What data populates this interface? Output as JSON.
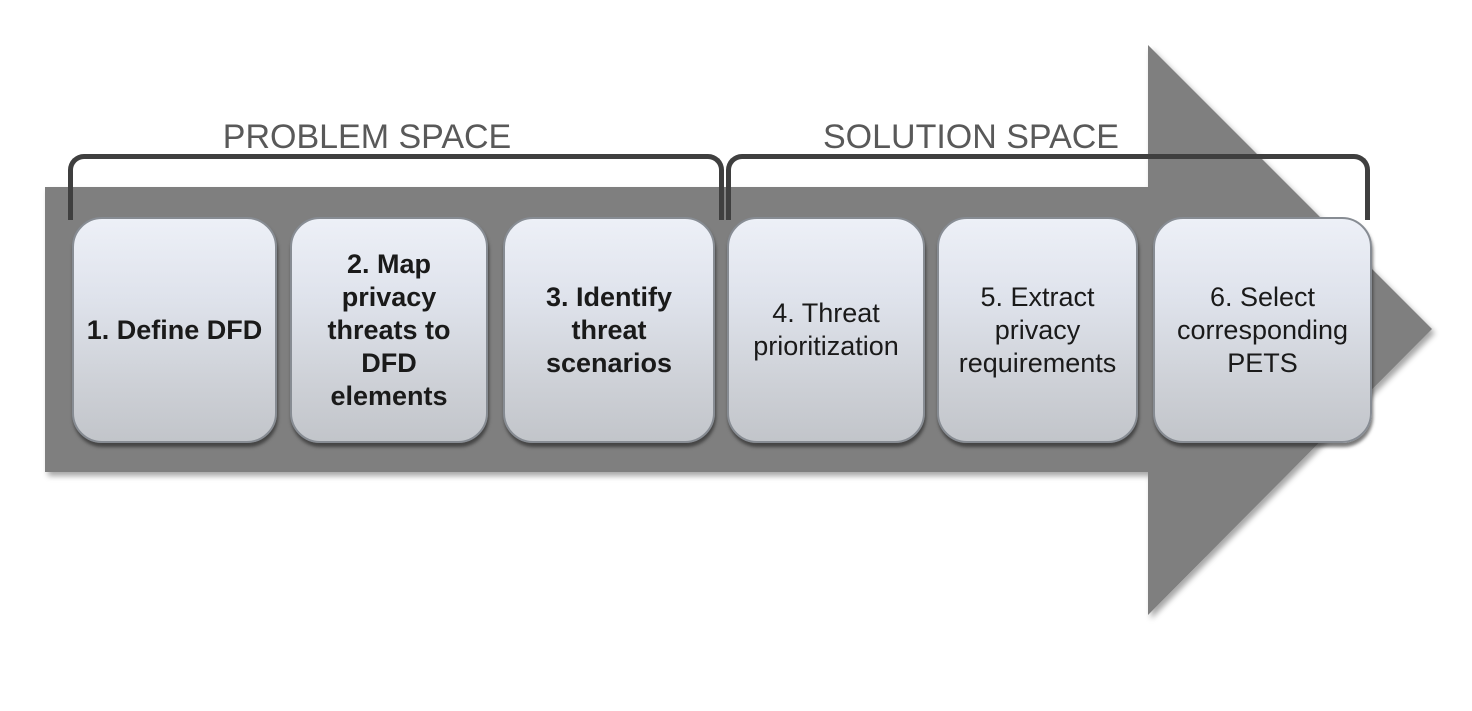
{
  "colors": {
    "arrow": "#7f7f7f",
    "bracket": "#3f3f3f",
    "space_label": "#595959",
    "box_text": "#1a1a1a",
    "box_gradient_top": "#edf0f7",
    "box_gradient_bottom": "#c2c5ca"
  },
  "spaces": {
    "problem": {
      "label": "PROBLEM SPACE"
    },
    "solution": {
      "label": "SOLUTION SPACE"
    }
  },
  "steps": [
    {
      "label": "1. Define DFD",
      "bold": true,
      "space": "problem"
    },
    {
      "label": "2. Map\nprivacy\nthreats to\nDFD\nelements",
      "bold": true,
      "space": "problem"
    },
    {
      "label": "3. Identify\nthreat\nscenarios",
      "bold": true,
      "space": "problem"
    },
    {
      "label": "4. Threat\nprioritization",
      "bold": false,
      "space": "solution"
    },
    {
      "label": "5. Extract\nprivacy\nrequirements",
      "bold": false,
      "space": "solution"
    },
    {
      "label": "6. Select\ncorresponding\nPETS",
      "bold": false,
      "space": "solution"
    }
  ]
}
